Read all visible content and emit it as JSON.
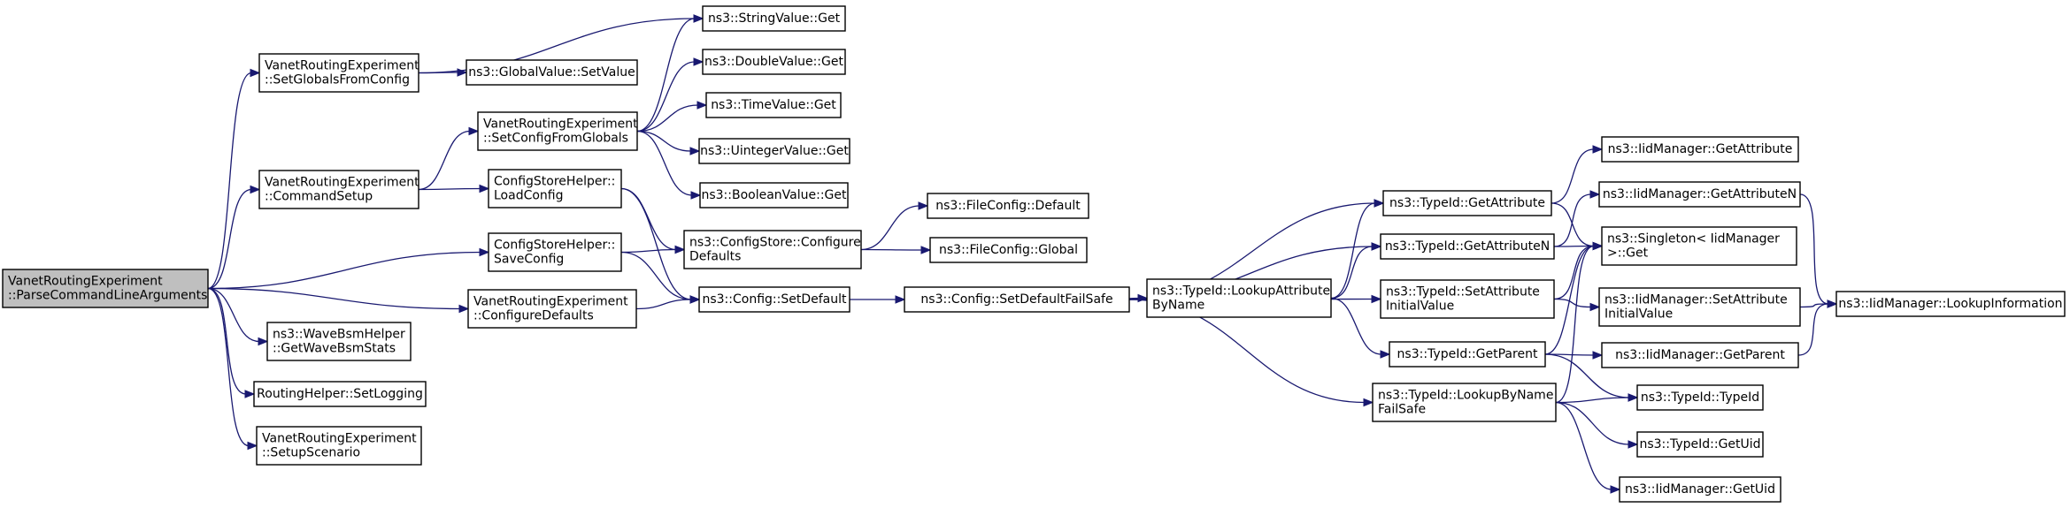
{
  "nodes": [
    {
      "id": "root",
      "lines": [
        "VanetRoutingExperiment",
        "::ParseCommandLineArguments"
      ],
      "root": true
    },
    {
      "id": "setglobals",
      "lines": [
        "VanetRoutingExperiment",
        "::SetGlobalsFromConfig"
      ]
    },
    {
      "id": "cmdsetup",
      "lines": [
        "VanetRoutingExperiment",
        "::CommandSetup"
      ]
    },
    {
      "id": "csh_save",
      "lines": [
        "ConfigStoreHelper::",
        "SaveConfig"
      ]
    },
    {
      "id": "cfgdefaults",
      "lines": [
        "VanetRoutingExperiment",
        "::ConfigureDefaults"
      ]
    },
    {
      "id": "wavebsm",
      "lines": [
        "ns3::WaveBsmHelper",
        "::GetWaveBsmStats"
      ]
    },
    {
      "id": "setlogging",
      "lines": [
        "RoutingHelper::SetLogging"
      ]
    },
    {
      "id": "setupscen",
      "lines": [
        "VanetRoutingExperiment",
        "::SetupScenario"
      ]
    },
    {
      "id": "gv_setvalue",
      "lines": [
        "ns3::GlobalValue::SetValue"
      ]
    },
    {
      "id": "setcfgfromglobals",
      "lines": [
        "VanetRoutingExperiment",
        "::SetConfigFromGlobals"
      ]
    },
    {
      "id": "csh_load",
      "lines": [
        "ConfigStoreHelper::",
        "LoadConfig"
      ]
    },
    {
      "id": "stringget",
      "lines": [
        "ns3::StringValue::Get"
      ]
    },
    {
      "id": "doubleget",
      "lines": [
        "ns3::DoubleValue::Get"
      ]
    },
    {
      "id": "timeget",
      "lines": [
        "ns3::TimeValue::Get"
      ]
    },
    {
      "id": "uintget",
      "lines": [
        "ns3::UintegerValue::Get"
      ]
    },
    {
      "id": "boolget",
      "lines": [
        "ns3::BooleanValue::Get"
      ]
    },
    {
      "id": "cs_configure",
      "lines": [
        "ns3::ConfigStore::Configure",
        "Defaults"
      ]
    },
    {
      "id": "cfg_setdefault",
      "lines": [
        "ns3::Config::SetDefault"
      ]
    },
    {
      "id": "fc_default",
      "lines": [
        "ns3::FileConfig::Default"
      ]
    },
    {
      "id": "fc_global",
      "lines": [
        "ns3::FileConfig::Global"
      ]
    },
    {
      "id": "cfg_setdefaultfs",
      "lines": [
        "ns3::Config::SetDefaultFailSafe"
      ]
    },
    {
      "id": "tid_lookupattr",
      "lines": [
        "ns3::TypeId::LookupAttribute",
        "ByName"
      ]
    },
    {
      "id": "tid_getattr",
      "lines": [
        "ns3::TypeId::GetAttribute"
      ]
    },
    {
      "id": "tid_getattrn",
      "lines": [
        "ns3::TypeId::GetAttributeN"
      ]
    },
    {
      "id": "tid_setattrinit",
      "lines": [
        "ns3::TypeId::SetAttribute",
        "InitialValue"
      ]
    },
    {
      "id": "tid_getparent",
      "lines": [
        "ns3::TypeId::GetParent"
      ]
    },
    {
      "id": "tid_lookupbyname",
      "lines": [
        "ns3::TypeId::LookupByName",
        "FailSafe"
      ]
    },
    {
      "id": "iid_getattr",
      "lines": [
        "ns3::IidManager::GetAttribute"
      ]
    },
    {
      "id": "iid_getattrn",
      "lines": [
        "ns3::IidManager::GetAttributeN"
      ]
    },
    {
      "id": "singleton",
      "lines": [
        "ns3::Singleton< IidManager",
        " >::Get"
      ]
    },
    {
      "id": "iid_setattrinit",
      "lines": [
        "ns3::IidManager::SetAttribute",
        "InitialValue"
      ]
    },
    {
      "id": "iid_getparent",
      "lines": [
        "ns3::IidManager::GetParent"
      ]
    },
    {
      "id": "tid_typeid",
      "lines": [
        "ns3::TypeId::TypeId"
      ]
    },
    {
      "id": "tid_getuid",
      "lines": [
        "ns3::TypeId::GetUid"
      ]
    },
    {
      "id": "iid_getuid",
      "lines": [
        "ns3::IidManager::GetUid"
      ]
    },
    {
      "id": "iid_lookupinfo",
      "lines": [
        "ns3::IidManager::LookupInformation"
      ]
    }
  ],
  "edges": [
    [
      "root",
      "setglobals"
    ],
    [
      "root",
      "cmdsetup"
    ],
    [
      "root",
      "csh_save"
    ],
    [
      "root",
      "cfgdefaults"
    ],
    [
      "root",
      "wavebsm"
    ],
    [
      "root",
      "setlogging"
    ],
    [
      "root",
      "setupscen"
    ],
    [
      "setglobals",
      "stringget"
    ],
    [
      "setglobals",
      "gv_setvalue"
    ],
    [
      "cmdsetup",
      "setcfgfromglobals"
    ],
    [
      "cmdsetup",
      "csh_load"
    ],
    [
      "setcfgfromglobals",
      "stringget"
    ],
    [
      "setcfgfromglobals",
      "doubleget"
    ],
    [
      "setcfgfromglobals",
      "timeget"
    ],
    [
      "setcfgfromglobals",
      "uintget"
    ],
    [
      "setcfgfromglobals",
      "boolget"
    ],
    [
      "csh_load",
      "cs_configure"
    ],
    [
      "csh_load",
      "cfg_setdefault"
    ],
    [
      "csh_save",
      "cs_configure"
    ],
    [
      "csh_save",
      "cfg_setdefault"
    ],
    [
      "cfgdefaults",
      "cfg_setdefault"
    ],
    [
      "cs_configure",
      "fc_default"
    ],
    [
      "cs_configure",
      "fc_global"
    ],
    [
      "cfg_setdefault",
      "cfg_setdefaultfs"
    ],
    [
      "cfg_setdefaultfs",
      "tid_getattr"
    ],
    [
      "cfg_setdefaultfs",
      "tid_getattrn"
    ],
    [
      "cfg_setdefaultfs",
      "tid_lookupattr"
    ],
    [
      "cfg_setdefaultfs",
      "tid_setattrinit"
    ],
    [
      "cfg_setdefaultfs",
      "tid_lookupbyname"
    ],
    [
      "tid_lookupattr",
      "tid_getattr"
    ],
    [
      "tid_lookupattr",
      "tid_getattrn"
    ],
    [
      "tid_lookupattr",
      "tid_getparent"
    ],
    [
      "tid_getattr",
      "iid_getattr"
    ],
    [
      "tid_getattr",
      "singleton"
    ],
    [
      "tid_getattrn",
      "iid_getattrn"
    ],
    [
      "tid_getattrn",
      "singleton"
    ],
    [
      "tid_setattrinit",
      "singleton"
    ],
    [
      "tid_setattrinit",
      "iid_setattrinit"
    ],
    [
      "tid_getparent",
      "singleton"
    ],
    [
      "tid_getparent",
      "iid_getparent"
    ],
    [
      "tid_getparent",
      "tid_typeid"
    ],
    [
      "tid_lookupbyname",
      "singleton"
    ],
    [
      "tid_lookupbyname",
      "tid_typeid"
    ],
    [
      "tid_lookupbyname",
      "tid_getuid"
    ],
    [
      "tid_lookupbyname",
      "iid_getuid"
    ],
    [
      "iid_getattrn",
      "iid_lookupinfo"
    ],
    [
      "iid_setattrinit",
      "iid_lookupinfo"
    ],
    [
      "iid_getparent",
      "iid_lookupinfo"
    ]
  ],
  "colors": {
    "edge": "#191970",
    "root_fill": "#bfbfbf",
    "node_fill": "#ffffff",
    "border": "#000000"
  }
}
